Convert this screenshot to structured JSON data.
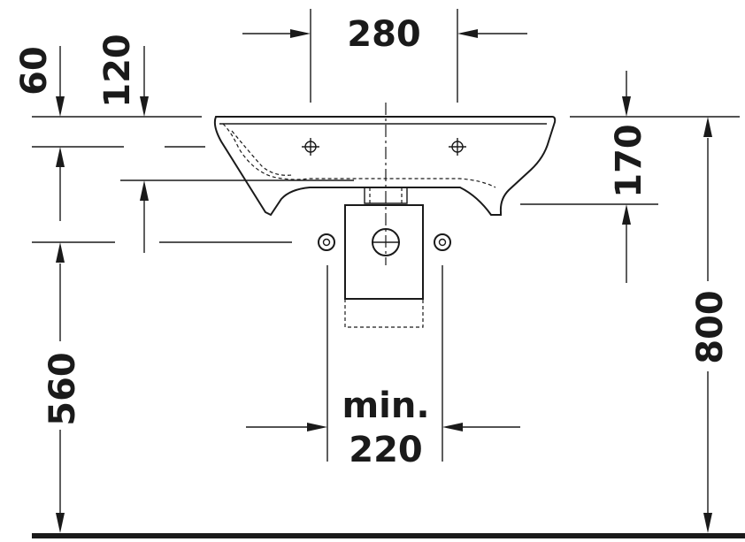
{
  "dimensions": {
    "top_width": "280",
    "left_60": "60",
    "left_120": "120",
    "right_170": "170",
    "right_800": "800",
    "left_560": "560",
    "bottom_min": "min.",
    "bottom_220": "220"
  }
}
